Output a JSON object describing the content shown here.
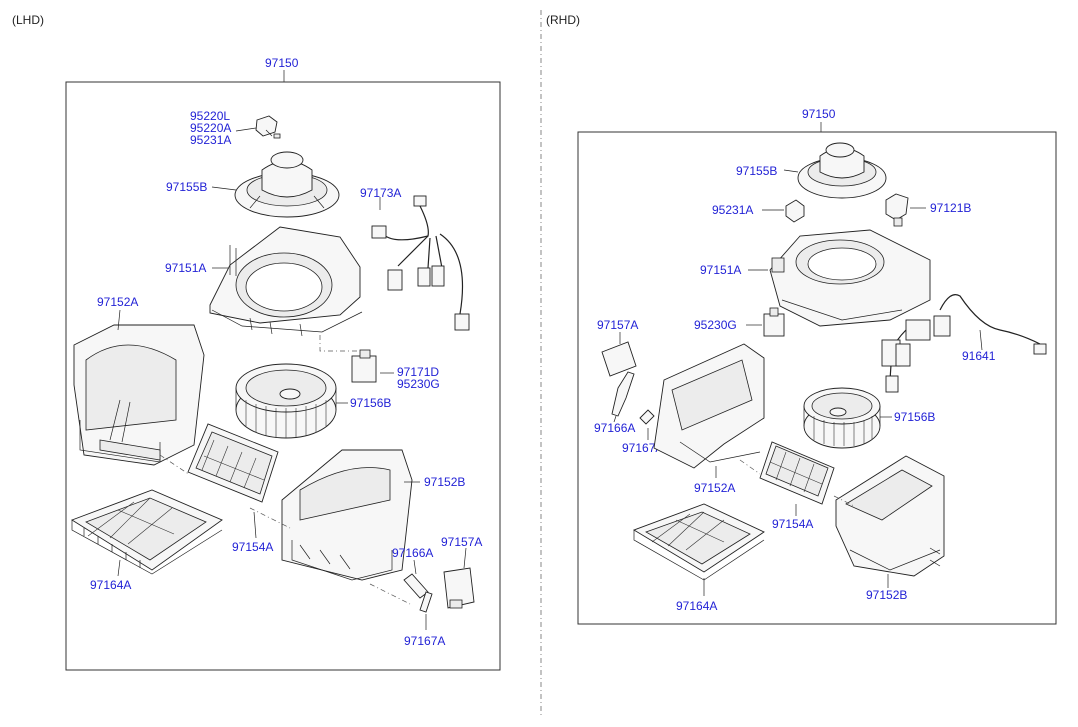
{
  "headers": {
    "lhd": "(LHD)",
    "rhd": "(RHD)"
  },
  "lhd": {
    "assembly": "97150",
    "labels": {
      "p95220L": "95220L",
      "p95220A": "95220A",
      "p95231A": "95231A",
      "p97155B": "97155B",
      "p97173A": "97173A",
      "p97151A": "97151A",
      "p97152A": "97152A",
      "p97171D": "97171D",
      "p95230G": "95230G",
      "p97156B": "97156B",
      "p97152B": "97152B",
      "p97154A": "97154A",
      "p97157A": "97157A",
      "p97166A": "97166A",
      "p97164A": "97164A",
      "p97167A": "97167A"
    }
  },
  "rhd": {
    "assembly": "97150",
    "labels": {
      "p97155B": "97155B",
      "p95231A": "95231A",
      "p97121B": "97121B",
      "p97151A": "97151A",
      "p97157A": "97157A",
      "p95230G": "95230G",
      "p91641": "91641",
      "p97156B": "97156B",
      "p97166A": "97166A",
      "p97167A": "97167A",
      "p97152A": "97152A",
      "p97154A": "97154A",
      "p97164A": "97164A",
      "p97152B": "97152B"
    }
  }
}
